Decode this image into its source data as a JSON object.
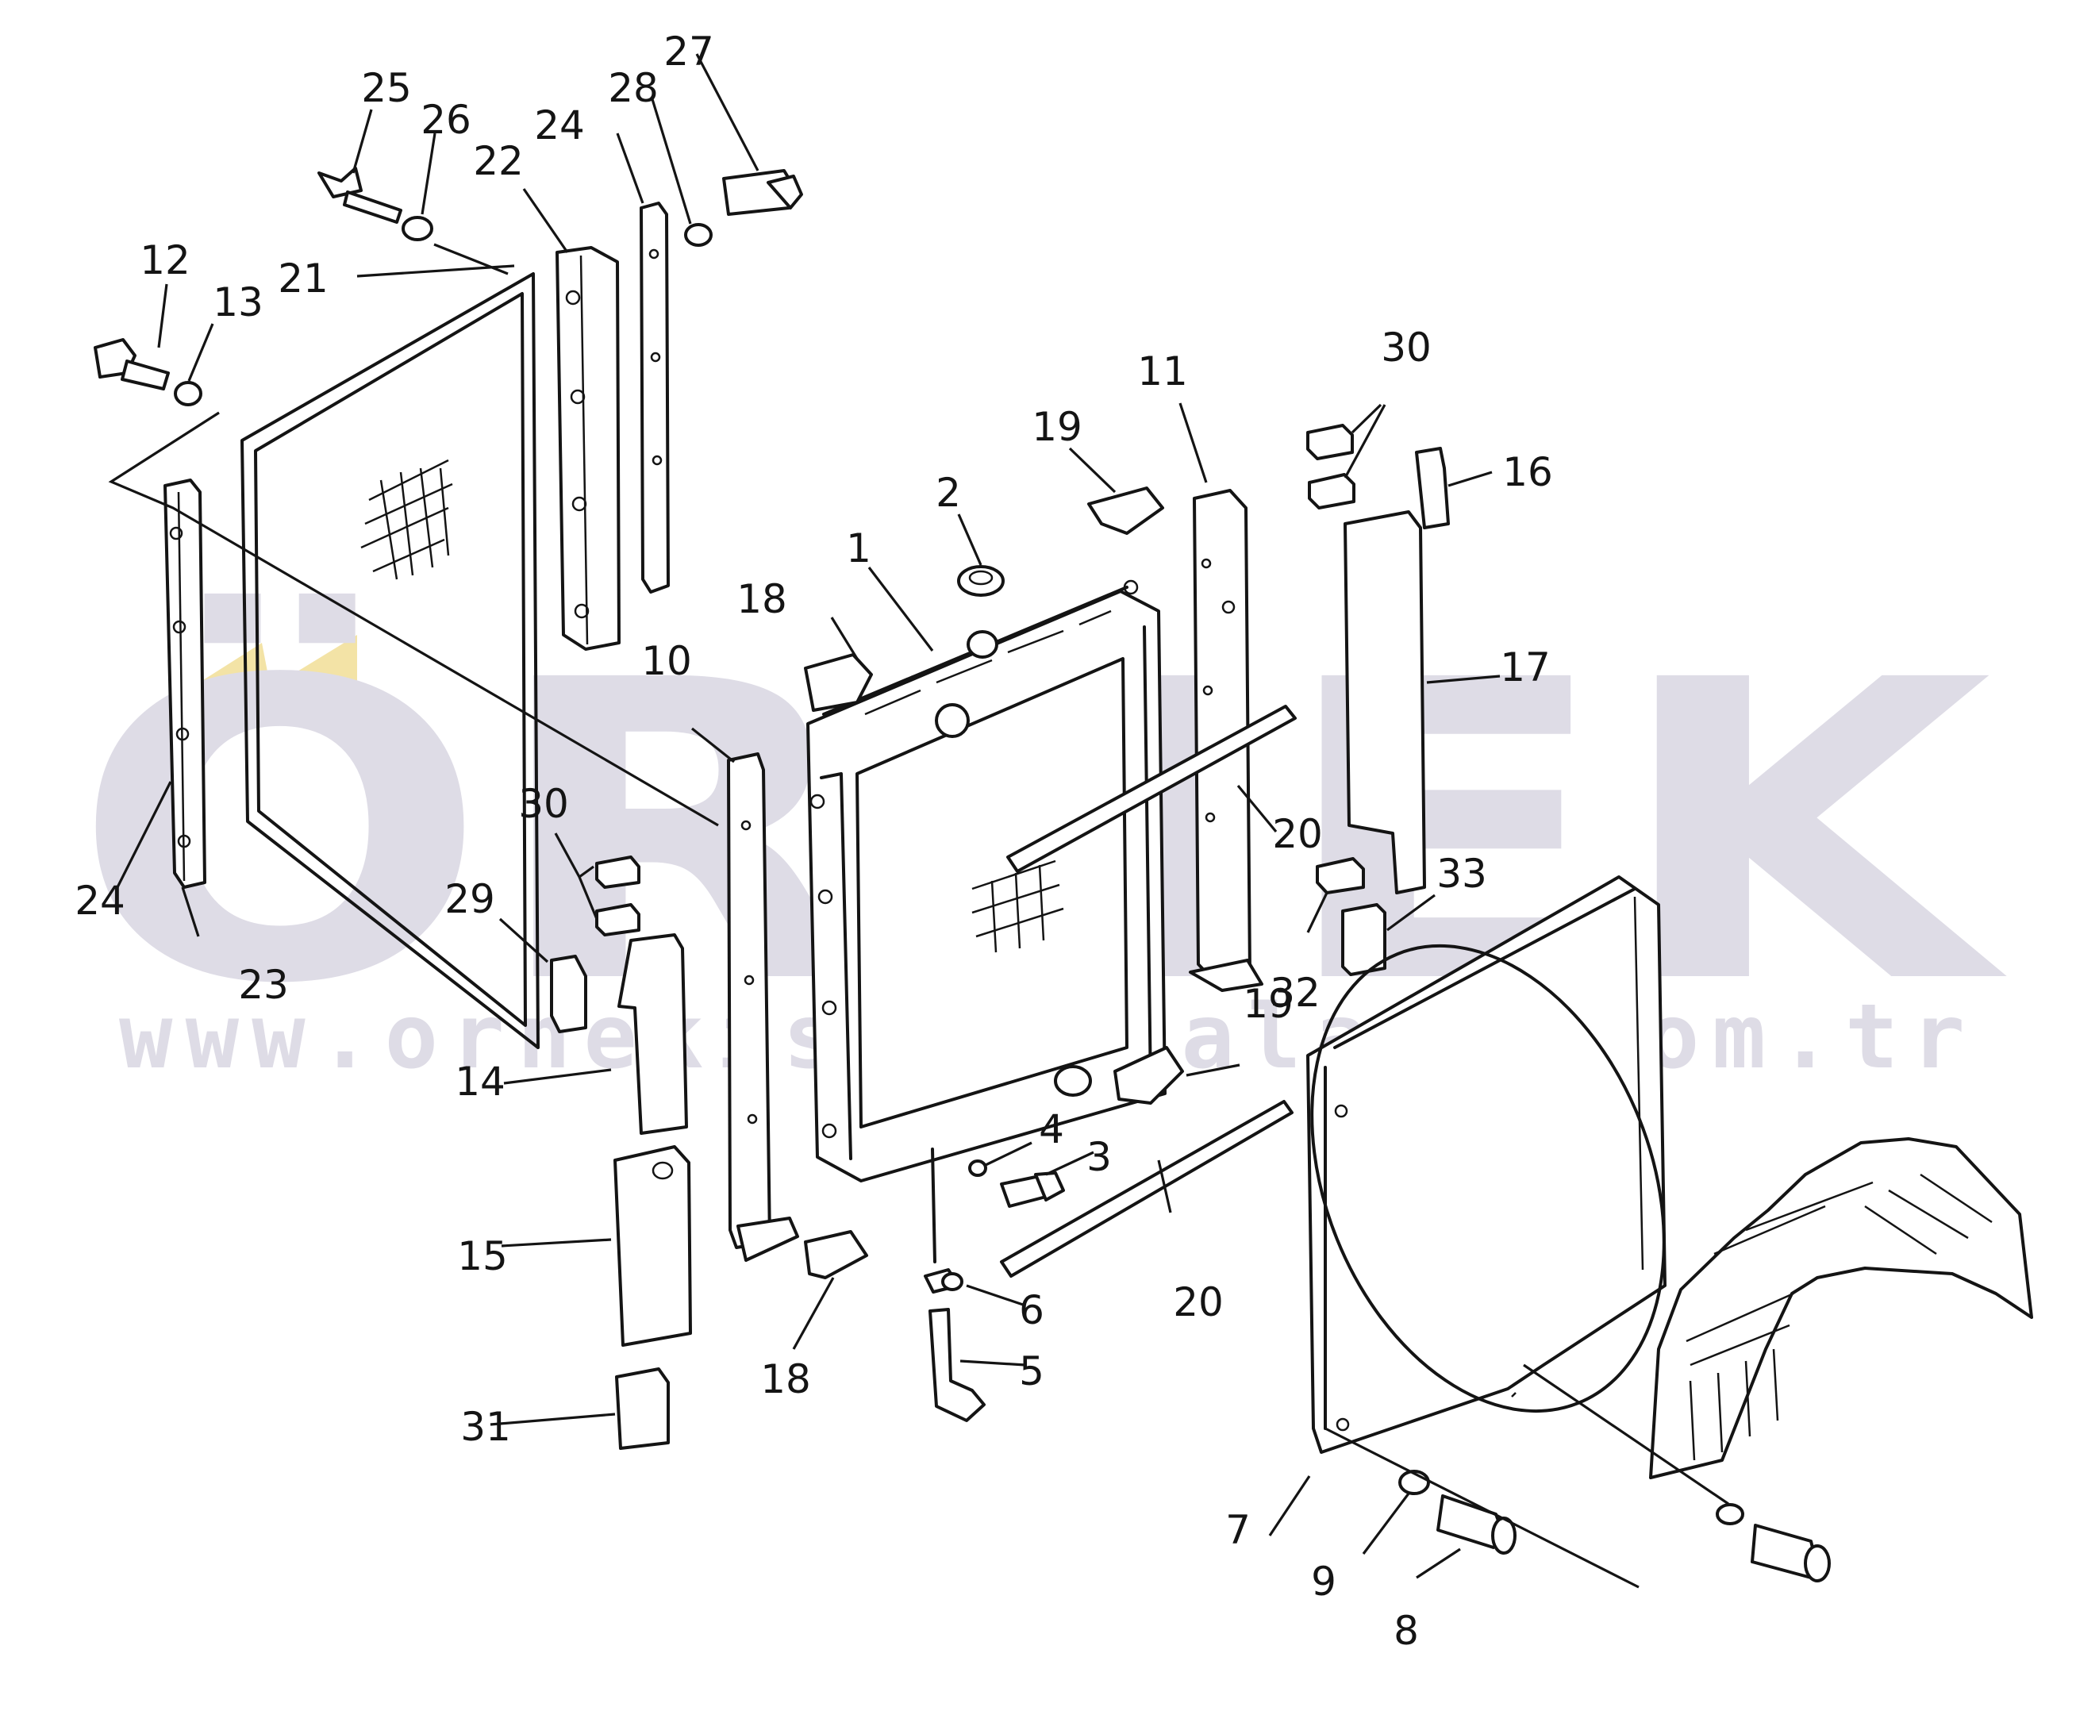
{
  "watermark": {
    "brand": "ÖRNEK",
    "url": "www.ornekismakinalari.com.tr",
    "color": "#dedce6",
    "accent": "#f3e3a6"
  },
  "part_numbers": [
    "1",
    "2",
    "3",
    "4",
    "5",
    "6",
    "7",
    "8",
    "9",
    "10",
    "11",
    "12",
    "13",
    "14",
    "15",
    "16",
    "17",
    "18",
    "18",
    "19",
    "19",
    "20",
    "20",
    "21",
    "22",
    "23",
    "24",
    "24",
    "25",
    "26",
    "27",
    "28",
    "29",
    "30",
    "30",
    "31",
    "32",
    "33"
  ]
}
